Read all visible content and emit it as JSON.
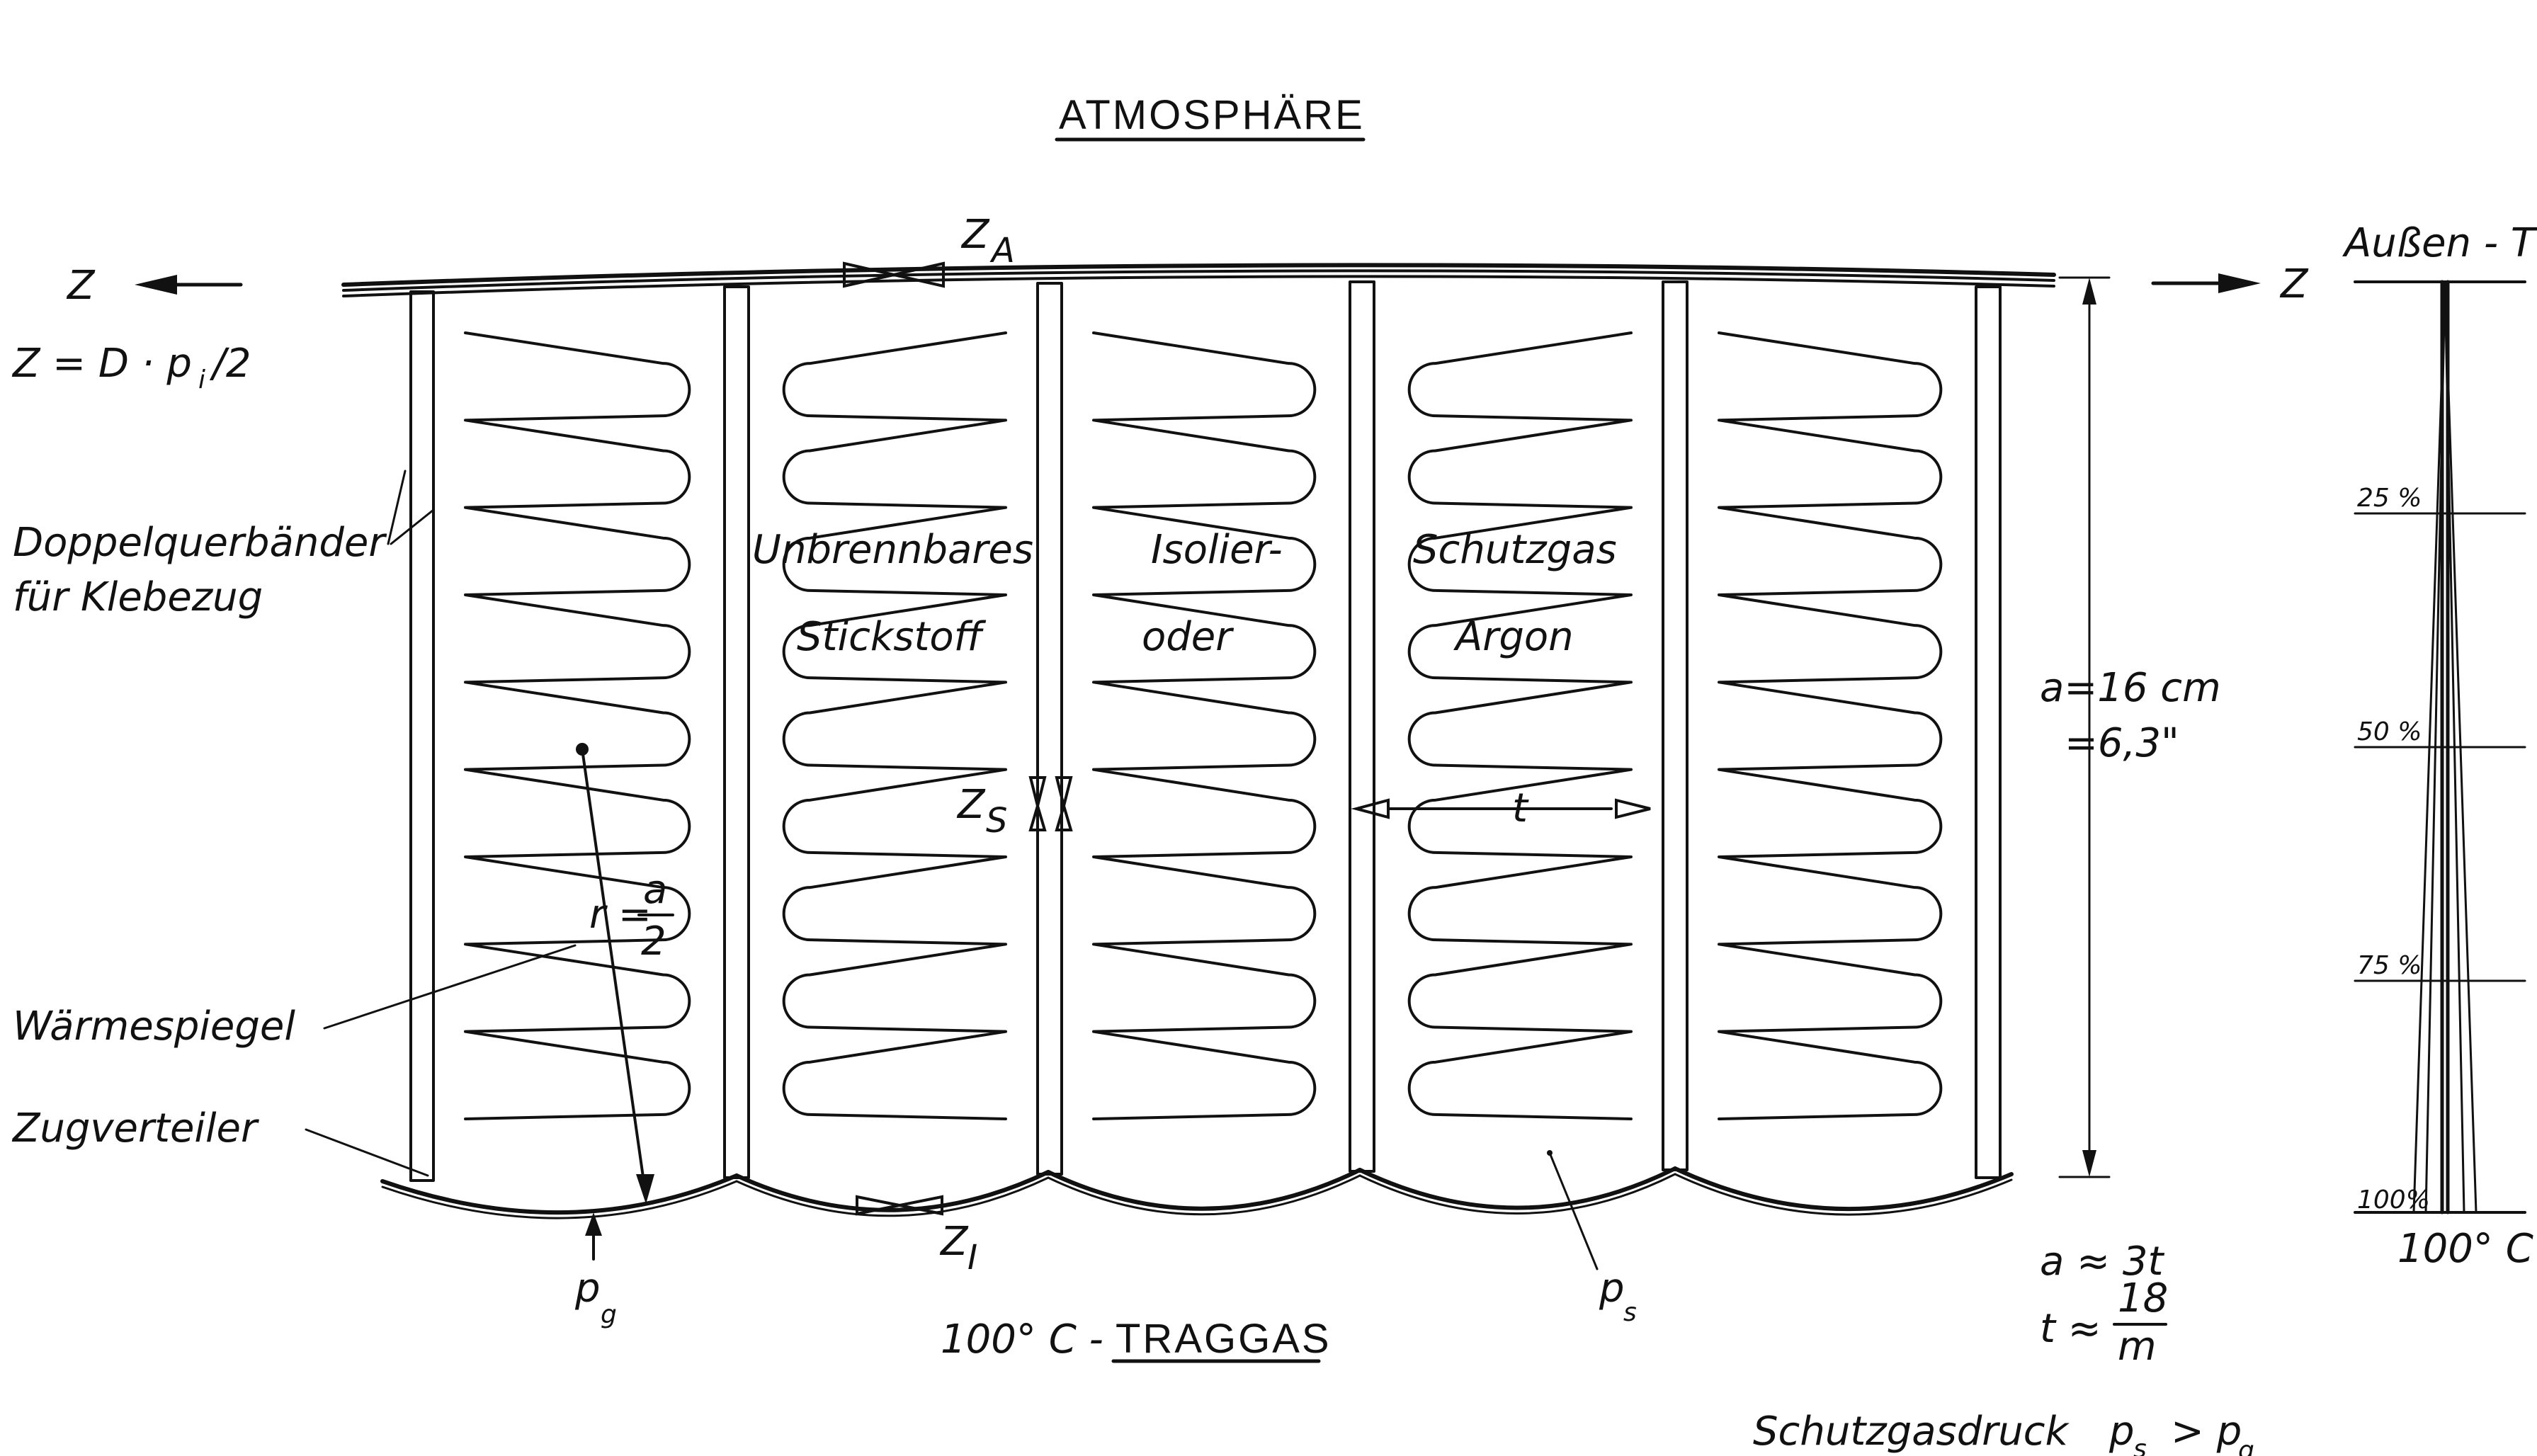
{
  "labels": {
    "atmosphere": "ATMOSPHÄRE",
    "z_left": "Z",
    "z_right": "Z",
    "z_formula": "Z = D · p",
    "z_formula_sub": "i",
    "z_formula_tail": "/2",
    "z_a": "Z",
    "z_a_sub": "A",
    "z_s": "Z",
    "z_s_sub": "S",
    "z_i": "Z",
    "z_i_sub": "I",
    "doppel_line1": "Doppelquerbänder",
    "doppel_line2": "für Klebezug",
    "waermespiegel": "Wärmespiegel",
    "zugverteiler": "Zugverteiler",
    "radius_r": "r =",
    "radius_num": "a",
    "radius_den": "2",
    "gas_col1_line1": "Unbrennbares",
    "gas_col1_line2": "Stickstoff",
    "gas_col2_line1": "Isolier-",
    "gas_col2_line2": "oder",
    "gas_col3_line1": "Schutzgas",
    "gas_col3_line2": "Argon",
    "pitch_t": "t",
    "height_a1": "a=16 cm",
    "height_a2": "=6,3\"",
    "p_g": "p",
    "p_g_sub": "g",
    "p_s": "p",
    "p_s_sub": "s",
    "traggas_prefix": "100° C - ",
    "traggas": "TRAGGAS",
    "a_rel": "a ≈ 3t",
    "t_rel_prefix": "t ≈",
    "t_rel_num": "18",
    "t_rel_den": "m",
    "schutzgas_druck": "Schutzgasdruck",
    "schutzgas_ps": "p",
    "schutzgas_ps_sub": "s",
    "schutzgas_gt": "> p",
    "schutzgas_pg_sub": "g",
    "aussen_t": "Außen - T",
    "pct_25": "25 %",
    "pct_50": "50 %",
    "pct_75": "75 %",
    "pct_100": "100%",
    "temp_100c": "100° C"
  }
}
